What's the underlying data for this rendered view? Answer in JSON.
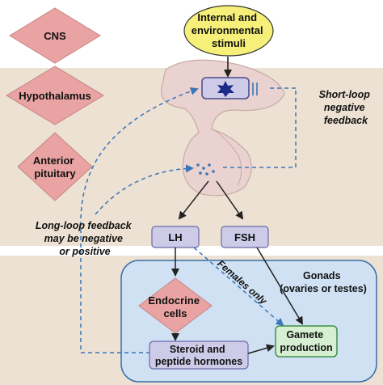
{
  "colors": {
    "band": "#ece1d2",
    "gonad_fill": "#cfe1f3",
    "gonad_stroke": "#3a6ea5",
    "diamond": "#e8a3a2",
    "stimuli": "#f6f07a",
    "hormone_box": "#cdcbe8",
    "gamete_box": "#d6efd2",
    "pituitary": "#ead2d0",
    "dash": "#3a76b8",
    "arrow": "#222222"
  },
  "regions": {
    "cns": "CNS",
    "hypothalamus": "Hypothalamus",
    "anterior_pituitary": [
      "Anterior",
      "pituitary"
    ]
  },
  "stimuli": [
    "Internal and",
    "environmental",
    "stimuli"
  ],
  "short_loop": [
    "Short-loop",
    "negative",
    "feedback"
  ],
  "long_loop": [
    "Long-loop feedback",
    "may be negative",
    "or positive"
  ],
  "hormones": {
    "lh": "LH",
    "fsh": "FSH"
  },
  "gonads": [
    "Gonads",
    "(ovaries or testes)"
  ],
  "endocrine": [
    "Endocrine",
    "cells"
  ],
  "steroid": [
    "Steroid and",
    "peptide hormones"
  ],
  "gamete": [
    "Gamete",
    "production"
  ],
  "females_only": "Females only"
}
